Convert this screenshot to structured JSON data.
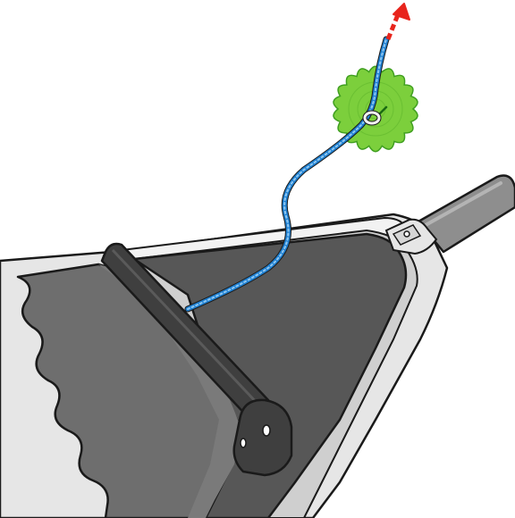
{
  "figure": {
    "kind": "technical-illustration",
    "parts": [
      "sail-panel",
      "batten",
      "boom-end-fitting",
      "hull-edge",
      "spar",
      "halyard-rope",
      "green-disc-marker",
      "pull-direction-arrow"
    ]
  },
  "colors": {
    "outline": "#1a1a1a",
    "hull_light": "#e6e6e6",
    "hull_mid": "#cfcfcf",
    "sail_dark": "#6e6e6e",
    "sail_darker": "#575757",
    "batten": "#3f3f3f",
    "spar": "#8e8e8e",
    "rope_blue": "#1f7fd0",
    "rope_light": "#8fc8f2",
    "disc_green": "#7ccf3c",
    "disc_green_dark": "#3f9f1f",
    "arrow_red": "#e8241c"
  }
}
